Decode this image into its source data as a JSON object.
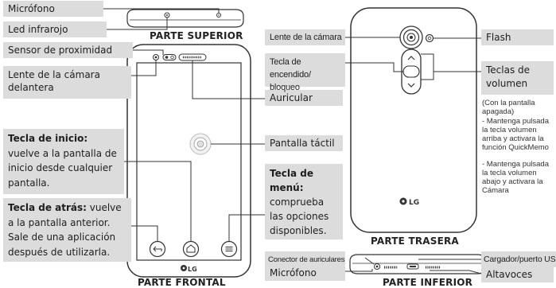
{
  "headers": {
    "top": "PARTE SUPERIOR",
    "front": "PARTE FRONTAL",
    "back": "PARTE TRASERA",
    "bottom": "PARTE INFERIOR"
  },
  "labels": {
    "microphone_top": "Micrófono",
    "ir_led": "Led infrarojo",
    "proximity": "Sensor de proximidad",
    "front_camera": "Lente de la cámara delantera",
    "earpiece": "Auricular",
    "touchscreen": "Pantalla táctil",
    "home_key_title": "Tecla de inicio:",
    "home_key_desc": " vuelve a la pantalla de inicio desde cualquier pantalla.",
    "back_key_title": "Tecla de atrás:",
    "back_key_desc": " vuelve a la pantalla anterior. Sale de una aplicación después de utilizarla.",
    "menu_key_title": "Tecla de menú:",
    "menu_key_desc": " comprueba las opciones disponibles.",
    "camera_lens": "Lente de la cámara",
    "power_key": "Tecla de encendido/ bloqueo",
    "flash": "Flash",
    "volume_keys": "Teclas de volumen",
    "volume_note_1": "(Con la pantalla apagada)",
    "volume_note_2": "- Mantenga pulsada la tecla volumen arriba y activara la función QuickMemo",
    "volume_note_3": "- Mantenga pulsada la tecla volumen abajo y activara la Cámara",
    "headset_jack": "Conector de auriculares",
    "charger_port": "Cargador/puerto USB",
    "microphone_bottom": "Micrófono",
    "speakers": "Altavoces"
  },
  "brand": {
    "logo_text": "LG"
  }
}
